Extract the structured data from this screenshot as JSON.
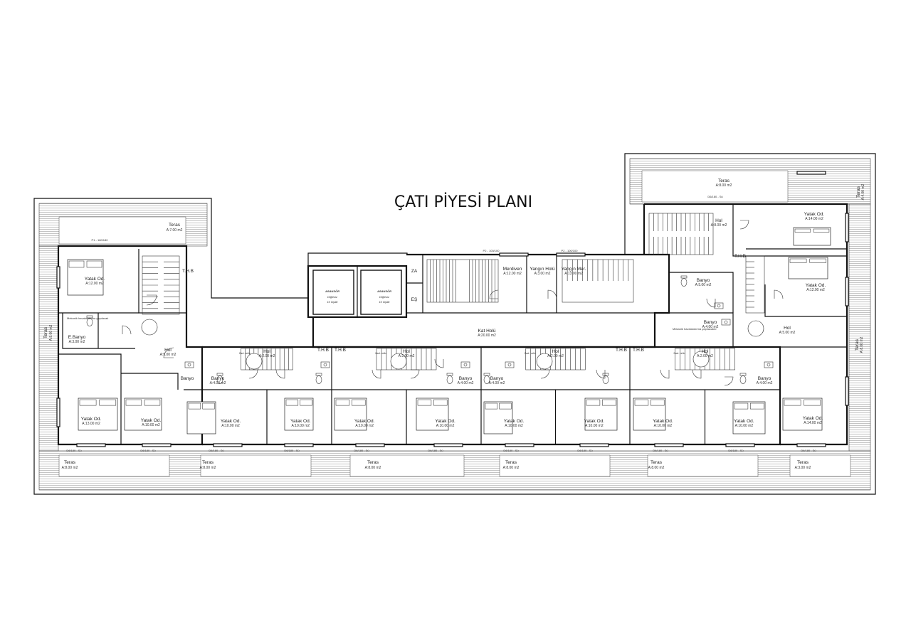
{
  "plan_title": "ÇATI PİYESİ PLANI",
  "core": {
    "elevator_label": "ASANSÖR",
    "elevator_note": "Diğlesiz",
    "elevator_capacity": "10 kişilik",
    "za": "ZA",
    "es": "EŞ",
    "merdiven": {
      "name": "Merdiven",
      "area": "A:12.00 m2"
    },
    "yangin_holu": {
      "name": "Yangın Holü",
      "area": "A:3.00 m2"
    },
    "yangin_mer": {
      "name": "Yangın Mer.",
      "area": "A:13.00 m2"
    },
    "kat_holu": {
      "name": "Kat Holü",
      "area": "A:20.00 m2"
    },
    "window_code": "P2 - 100/100"
  },
  "common": {
    "teras": "Teras",
    "yatak": "Yatak Od.",
    "banyo": "Banyo",
    "hol": "Hol",
    "thb": "T.H.B",
    "mekanik": "Mekanik havalandırma yapılacaktır",
    "stair_note": "2ad. relin",
    "door_code": "90/210",
    "window_code": "D6/180 - Sü",
    "side_window": "P1 - 180/180"
  },
  "left_unit": {
    "teras_top_area": "A:7.00 m2",
    "teras_side_area": "A:8.00 m2",
    "yatak1_area": "A:12.00 m2",
    "yatak2_area": "A:13.00 m2",
    "yatak3_area": "A:10.00 m2",
    "banyo_label": "E.Banyo",
    "banyo_area": "A:3.00 m2",
    "hol_area": "A:5.00 m2",
    "mekanik_short": "Mekanik havalandırma yapılacak"
  },
  "right_unit": {
    "teras_top_area": "A:8.00 m2",
    "teras_side1_area": "A:4.00 m2",
    "teras_side2_area": "A:8.00 m2",
    "hol_top_area": "A:8.00 m2",
    "yatak_top_area": "A:14.00 m2",
    "yatak_mid_area": "A:12.00 m2",
    "banyo_top_area": "A:5.00 m2",
    "banyo_mid_area": "A:4.00 m2",
    "hol_mid_area": "A:5.00 m2"
  },
  "mid_units": [
    {
      "hol_area": "A:2.00 m2",
      "banyo_area": "A:4.00 m2",
      "yatak_a": "A:10.00 m2",
      "yatak_b": "A:10.00 m2",
      "teras_area": "A:8.00 m2"
    },
    {
      "hol_area": "A:2.00 m2",
      "banyo_area": "A:4.00 m2",
      "yatak_a": "A:10.00 m2",
      "yatak_b": "A:10.00 m2",
      "teras_area": "A:8.00 m2"
    },
    {
      "hol_area": "A:2.00 m2",
      "banyo_area": "A:4.00 m2",
      "yatak_a": "A:10.00 m2",
      "yatak_b": "A:10.00 m2",
      "teras_area": "A:8.00 m2"
    },
    {
      "hol_area": "A:2.00 m2",
      "banyo_area": "A:4.00 m2",
      "yatak_a": "A:10.00 m2",
      "yatak_b": "A:10.00 m2",
      "teras_area": "A:8.00 m2"
    }
  ],
  "bottom_terraces": [
    {
      "name": "Teras",
      "area": "A:8.00 m2"
    },
    {
      "name": "Teras",
      "area": "A:8.00 m2"
    },
    {
      "name": "Teras",
      "area": "A:8.00 m2"
    },
    {
      "name": "Teras",
      "area": "A:8.00 m2"
    },
    {
      "name": "Teras",
      "area": "A:8.00 m2"
    },
    {
      "name": "Teras",
      "area": "A:3.00 m2"
    }
  ],
  "right_yatak_bottom_area": "A:14.00 m2"
}
